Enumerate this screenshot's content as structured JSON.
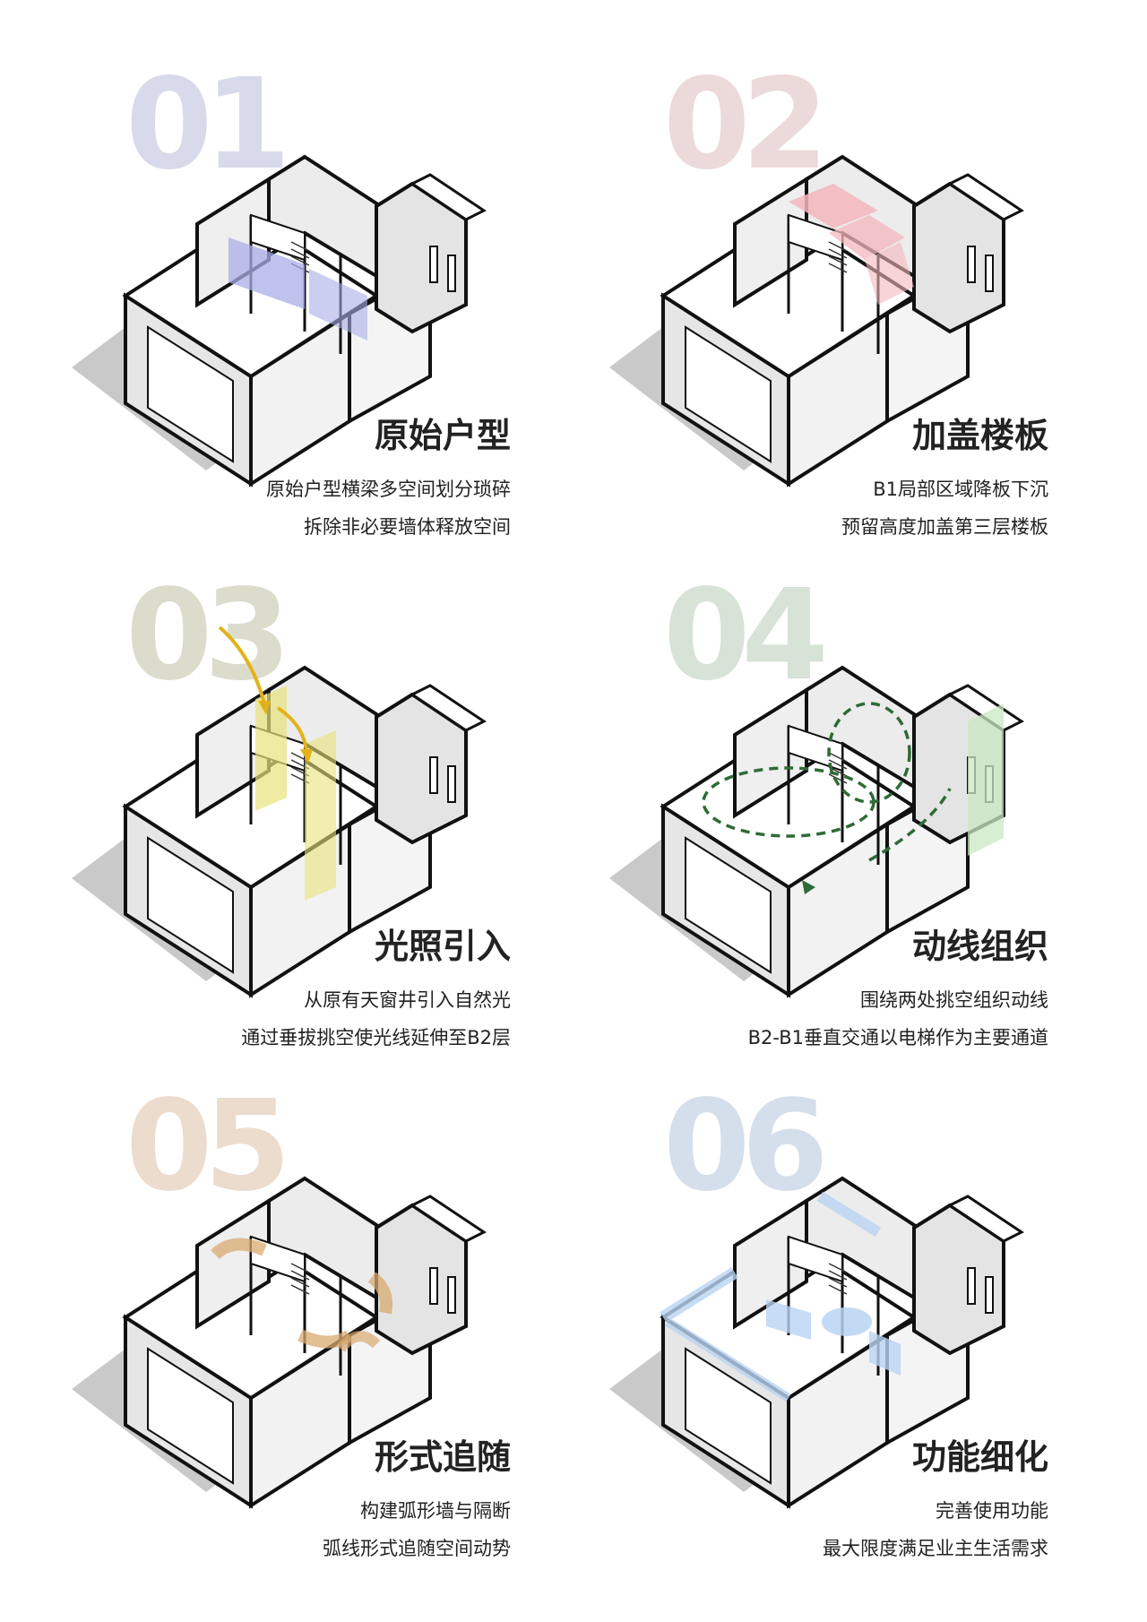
{
  "panels": [
    {
      "number": "01",
      "title": "原始户型",
      "lines": [
        "原始户型横梁多空间划分琐碎",
        "拆除非必要墙体释放空间"
      ],
      "number_color": "#d8d9ea",
      "highlight_color": "#a9aee6"
    },
    {
      "number": "02",
      "title": "加盖楼板",
      "lines": [
        "B1局部区域降板下沉",
        "预留高度加盖第三层楼板"
      ],
      "number_color": "#ecd9d9",
      "highlight_color": "#f4b7bd"
    },
    {
      "number": "03",
      "title": "光照引入",
      "lines": [
        "从原有天窗井引入自然光",
        "通过垂拔挑空使光线延伸至B2层"
      ],
      "number_color": "#dcdccd",
      "highlight_color": "#e9e37a"
    },
    {
      "number": "04",
      "title": "动线组织",
      "lines": [
        "围绕两处挑空组织动线",
        "B2-B1垂直交通以电梯作为主要通道"
      ],
      "number_color": "#d6e3d6",
      "highlight_color": "#c9e8c2"
    },
    {
      "number": "05",
      "title": "形式追随",
      "lines": [
        "构建弧形墙与隔断",
        "弧线形式追随空间动势"
      ],
      "number_color": "#ecdccd",
      "highlight_color": "#d9a970"
    },
    {
      "number": "06",
      "title": "功能细化",
      "lines": [
        "完善使用功能",
        "最大限度满足业主生活需求"
      ],
      "number_color": "#d5deeb",
      "highlight_color": "#b9d3f2"
    }
  ]
}
